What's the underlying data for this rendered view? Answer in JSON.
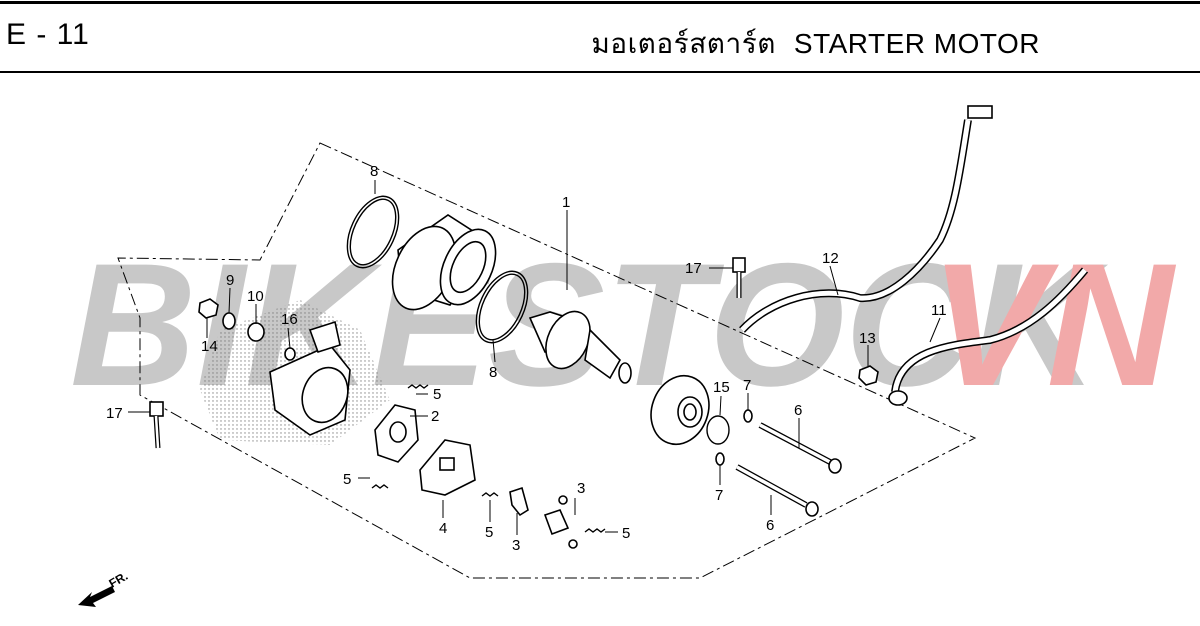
{
  "header": {
    "section_code": "E - 11",
    "title_thai": "มอเตอร์สตาร์ต",
    "title_en": "STARTER MOTOR"
  },
  "watermark": {
    "text_gray": "BIKESTOCK",
    "text_red": "VN",
    "color_gray": "#c8c8c8",
    "color_red": "#f2a9a9"
  },
  "diagram": {
    "front_indicator": "FR.",
    "callouts": {
      "c1": "1",
      "c2": "2",
      "c3a": "3",
      "c3b": "3",
      "c4": "4",
      "c5a": "5",
      "c5b": "5",
      "c5c": "5",
      "c5d": "5",
      "c6a": "6",
      "c6b": "6",
      "c7a": "7",
      "c7b": "7",
      "c8a": "8",
      "c8b": "8",
      "c9": "9",
      "c10": "10",
      "c11": "11",
      "c12": "12",
      "c13": "13",
      "c14": "14",
      "c15": "15",
      "c16": "16",
      "c17a": "17",
      "c17b": "17"
    }
  }
}
